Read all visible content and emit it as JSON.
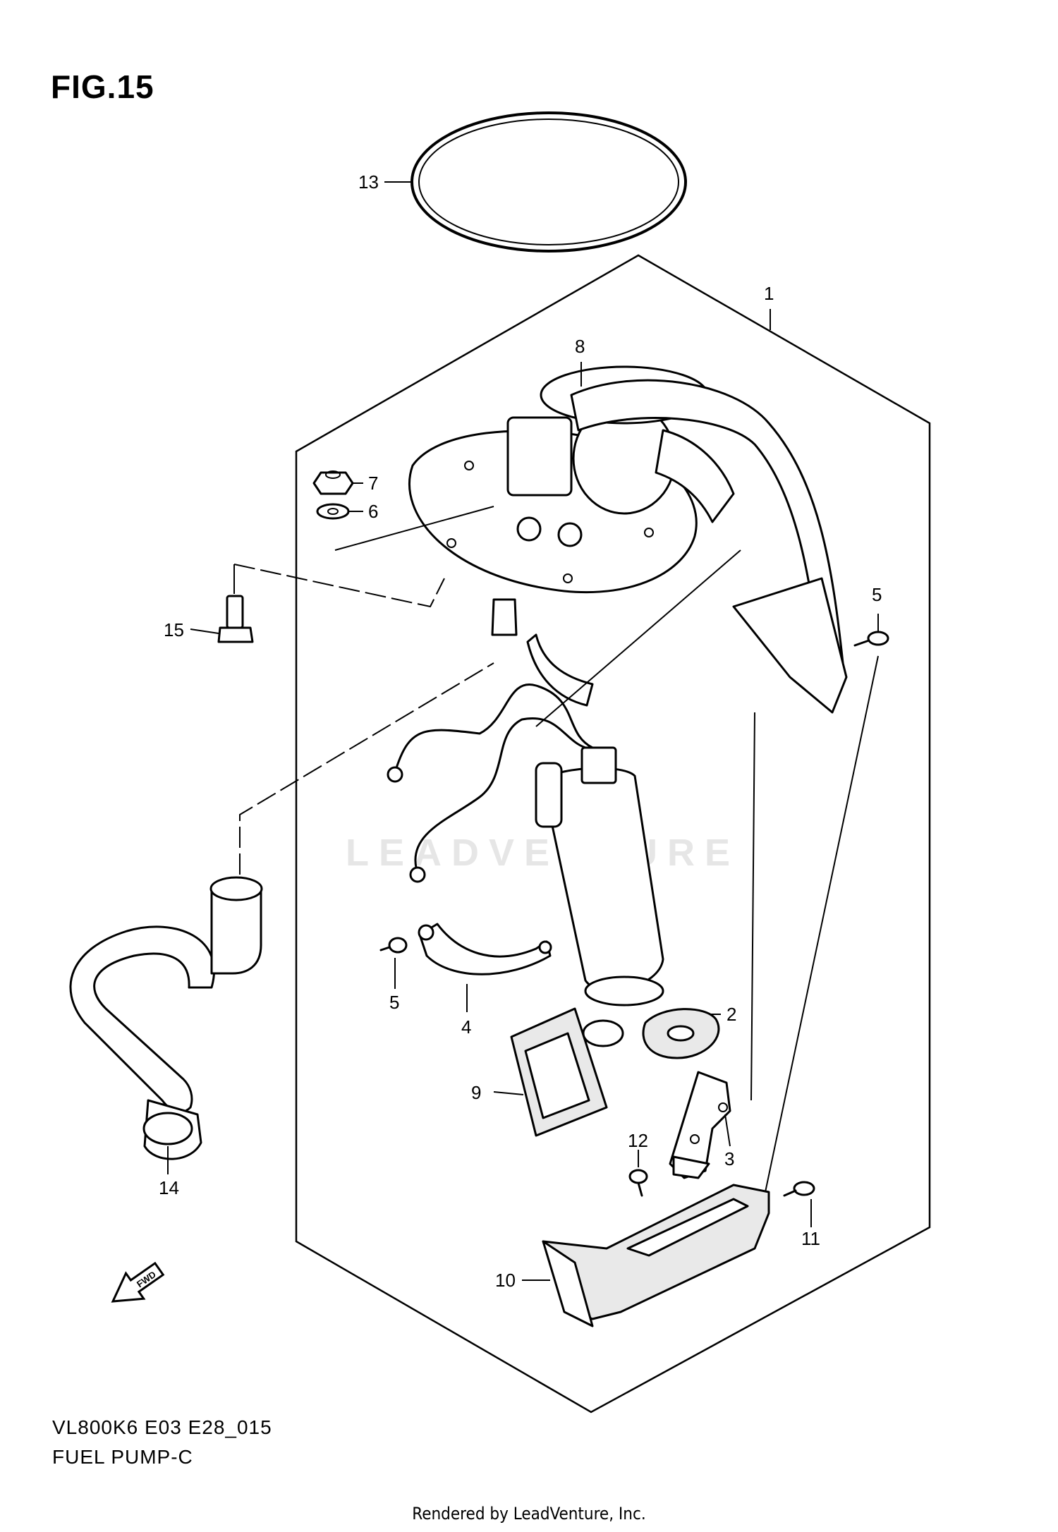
{
  "figure": {
    "title": "FIG.15"
  },
  "model_code": "VL800K6 E03 E28_015",
  "section_name": "FUEL PUMP-C",
  "footer": "Rendered by LeadVenture, Inc.",
  "watermark": "LEADVENTURE",
  "fwd_label": "FWD",
  "callouts": {
    "c1": "1",
    "c2": "2",
    "c3": "3",
    "c4": "4",
    "c5a": "5",
    "c5b": "5",
    "c6": "6",
    "c7": "7",
    "c8": "8",
    "c9": "9",
    "c10": "10",
    "c11": "11",
    "c12": "12",
    "c13": "13",
    "c14": "14",
    "c15": "15"
  }
}
